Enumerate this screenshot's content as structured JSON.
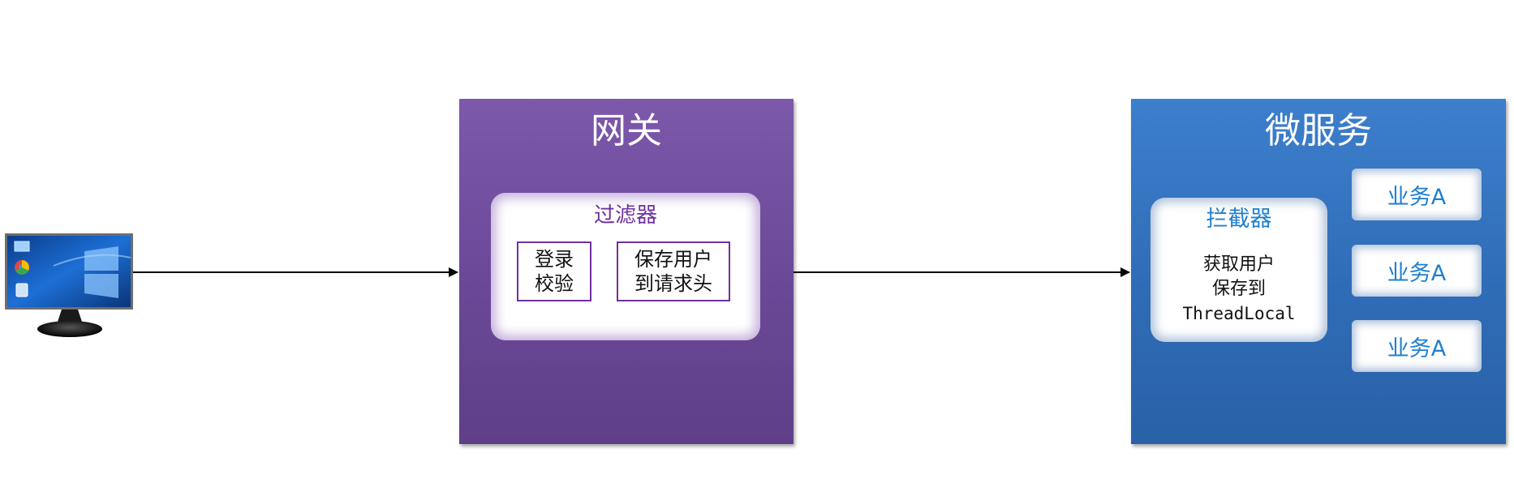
{
  "gateway": {
    "title": "网关",
    "filter": {
      "title": "过滤器",
      "steps": [
        "登录\n校验",
        "保存用户\n到请求头"
      ]
    },
    "color": "#7b55a8"
  },
  "microservice": {
    "title": "微服务",
    "interceptor": {
      "title": "拦截器",
      "lines": [
        "获取用户",
        "保存到",
        "ThreadLocal"
      ]
    },
    "business": [
      "业务A",
      "业务A",
      "业务A"
    ],
    "color": "#3477c6"
  },
  "client": {
    "icon": "desktop-monitor-icon"
  },
  "accent_colors": {
    "filter_text": "#7030a0",
    "interceptor_text": "#1f7fcf"
  }
}
